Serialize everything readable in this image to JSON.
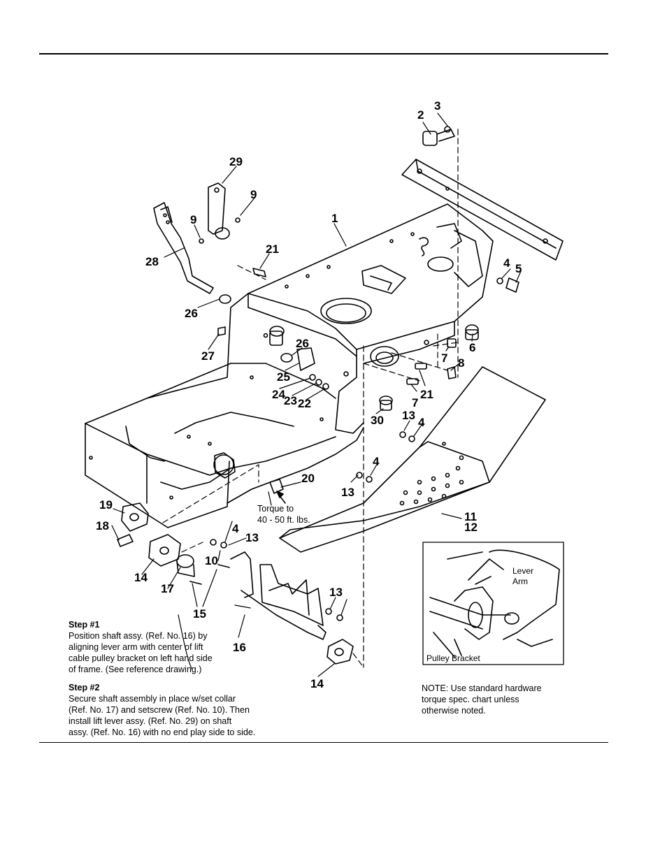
{
  "callouts": [
    "1",
    "2",
    "3",
    "4",
    "4",
    "4",
    "4",
    "5",
    "6",
    "7",
    "7",
    "8",
    "9",
    "9",
    "10",
    "11",
    "12",
    "13",
    "13",
    "13",
    "13",
    "14",
    "14",
    "15",
    "16",
    "17",
    "18",
    "19",
    "20",
    "21",
    "21",
    "22",
    "23",
    "24",
    "25",
    "26",
    "26",
    "27",
    "28",
    "29",
    "30"
  ],
  "torque_note": {
    "line1": "Torque to",
    "line2": "40 - 50 ft. lbs."
  },
  "steps": [
    {
      "title": "Step #1",
      "lines": [
        "Position shaft assy. (Ref. No. 16) by",
        "aligning lever arm with center of lift",
        "cable pulley bracket on left hand side",
        "of frame. (See reference drawing.)"
      ]
    },
    {
      "title": "Step #2",
      "lines": [
        "Secure shaft assembly in place w/set collar",
        "(Ref. No. 17) and setscrew (Ref. No. 10). Then",
        "install lift lever assy. (Ref. No. 29) on shaft",
        "assy. (Ref. No. 16) with no end play side to side."
      ]
    }
  ],
  "inset": {
    "lever_label_1": "Lever",
    "lever_label_2": "Arm",
    "pulley_label": "Pulley Bracket"
  },
  "hardware_note": {
    "lines": [
      "NOTE: Use standard hardware",
      "torque spec. chart unless",
      "otherwise noted."
    ]
  }
}
